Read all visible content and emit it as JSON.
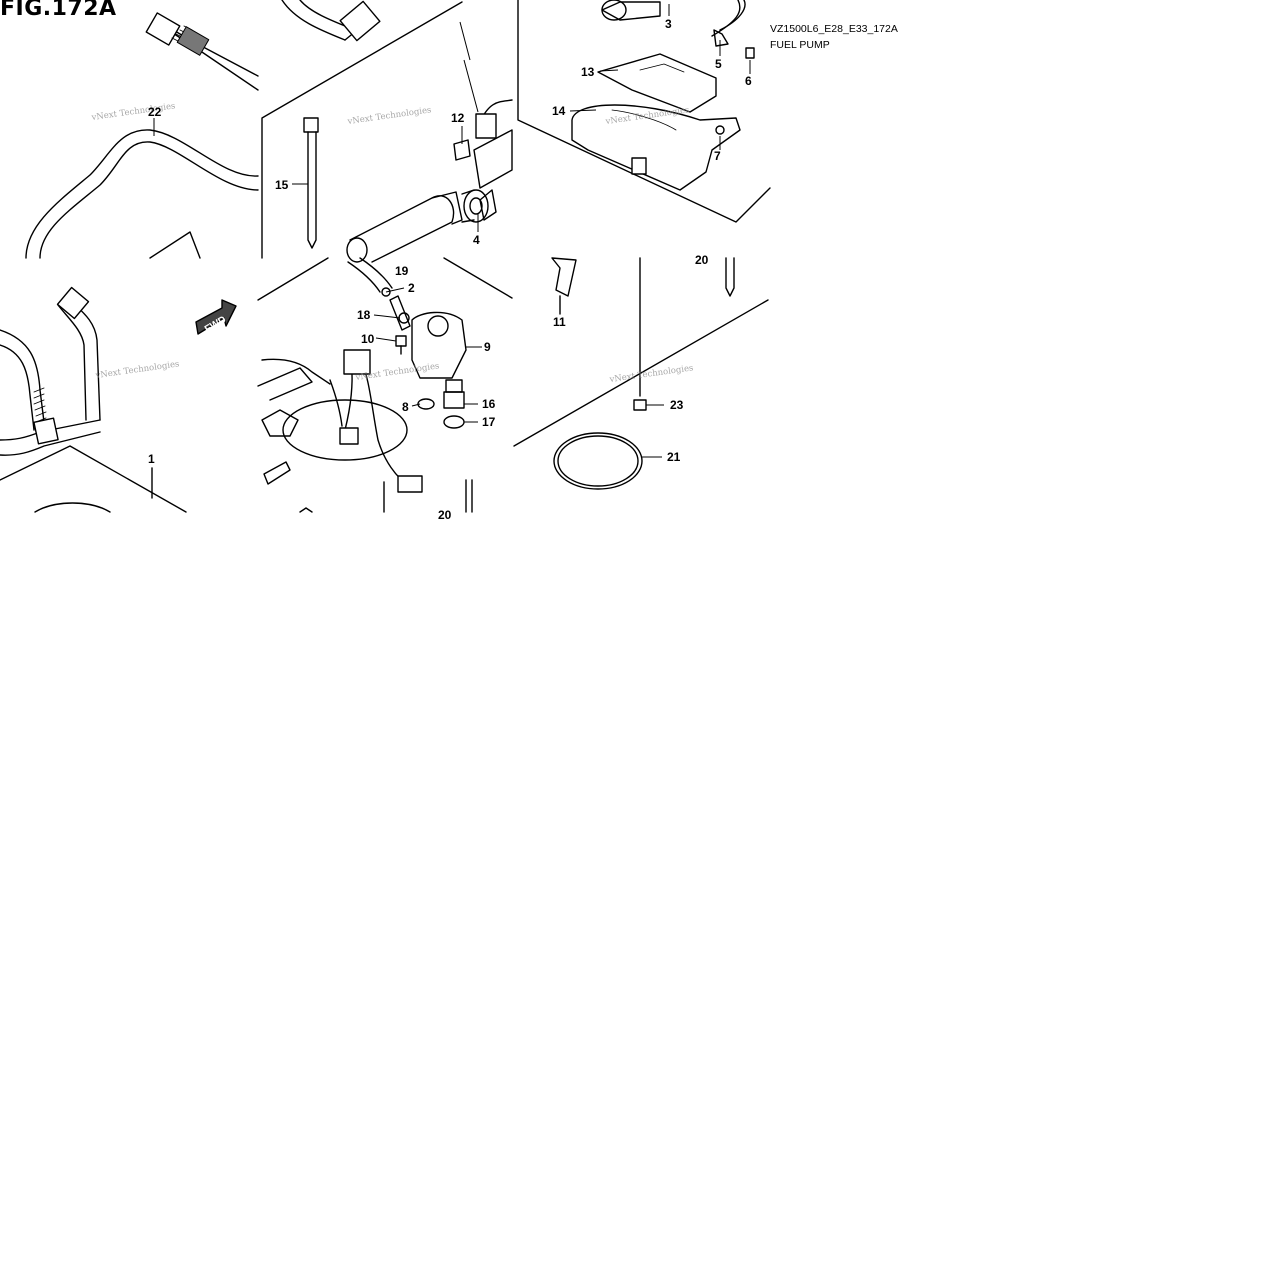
{
  "figure": {
    "title": "FIG.172A",
    "model_code": "VZ1500L6_E28_E33_172A",
    "section": "FUEL PUMP",
    "direction_tag": "FWD",
    "watermark": "vNext Technologies"
  },
  "callouts": [
    {
      "id": "c1",
      "label": "1"
    },
    {
      "id": "c2",
      "label": "2"
    },
    {
      "id": "c3",
      "label": "3"
    },
    {
      "id": "c4",
      "label": "4"
    },
    {
      "id": "c5",
      "label": "5"
    },
    {
      "id": "c6",
      "label": "6"
    },
    {
      "id": "c7",
      "label": "7"
    },
    {
      "id": "c8",
      "label": "8"
    },
    {
      "id": "c9",
      "label": "9"
    },
    {
      "id": "c10",
      "label": "10"
    },
    {
      "id": "c11",
      "label": "11"
    },
    {
      "id": "c12",
      "label": "12"
    },
    {
      "id": "c13",
      "label": "13"
    },
    {
      "id": "c14",
      "label": "14"
    },
    {
      "id": "c15",
      "label": "15"
    },
    {
      "id": "c16",
      "label": "16"
    },
    {
      "id": "c17",
      "label": "17"
    },
    {
      "id": "c18",
      "label": "18"
    },
    {
      "id": "c19",
      "label": "19"
    },
    {
      "id": "c20a",
      "label": "20"
    },
    {
      "id": "c20b",
      "label": "20"
    },
    {
      "id": "c21",
      "label": "21"
    },
    {
      "id": "c22",
      "label": "22"
    },
    {
      "id": "c23",
      "label": "23"
    }
  ]
}
